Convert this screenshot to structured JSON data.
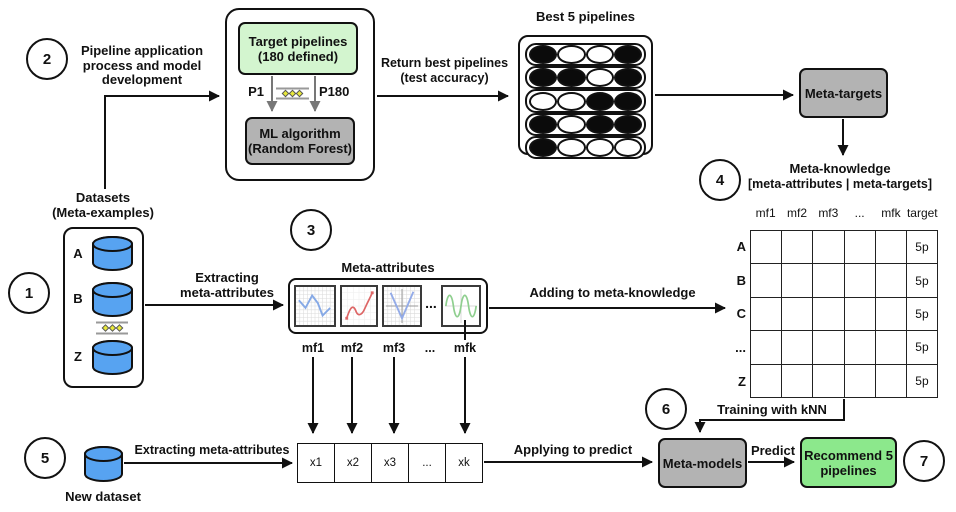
{
  "colors": {
    "light_green": "#d3f5cf",
    "bright_green": "#8ce88c",
    "gray_box": "#b3b3b3",
    "cylinder_blue": "#57a3f1",
    "diamond_yellow": "#e8e83a"
  },
  "step_labels": [
    "1",
    "2",
    "3",
    "4",
    "5",
    "6",
    "7"
  ],
  "pipeline_dev": {
    "caption": "Pipeline application\nprocess and model\ndevelopment",
    "target_pipelines": "Target pipelines\n(180 defined)",
    "p_first": "P1",
    "p_last": "P180",
    "ml_algorithm": "ML algorithm\n(Random Forest)"
  },
  "arrows": {
    "return_best": "Return best pipelines\n(test accuracy)",
    "extracting_meta": "Extracting\nmeta-attributes",
    "adding": "Adding to meta-knowledge",
    "training": "Training with kNN",
    "extracting_new": "Extracting meta-attributes",
    "applying": "Applying to predict",
    "predict": "Predict"
  },
  "best_pipelines": {
    "title": "Best 5 pipelines",
    "pattern": [
      [
        1,
        0,
        0,
        1
      ],
      [
        1,
        1,
        0,
        1
      ],
      [
        0,
        0,
        1,
        1
      ],
      [
        1,
        0,
        1,
        1
      ],
      [
        1,
        0,
        0,
        0
      ]
    ]
  },
  "meta_targets_label": "Meta-targets",
  "meta_knowledge": {
    "title": "Meta-knowledge",
    "subtitle": "[meta-attributes | meta-targets]",
    "headers": [
      "mf1",
      "mf2",
      "mf3",
      "...",
      "mfk",
      "target"
    ],
    "rows": [
      {
        "label": "A",
        "target": "5p"
      },
      {
        "label": "B",
        "target": "5p"
      },
      {
        "label": "C",
        "target": "5p"
      },
      {
        "label": "...",
        "target": "5p"
      },
      {
        "label": "Z",
        "target": "5p"
      }
    ]
  },
  "datasets": {
    "title": "Datasets",
    "subtitle": "(Meta-examples)",
    "labels": [
      "A",
      "B",
      "Z"
    ]
  },
  "meta_attributes": {
    "title": "Meta-attributes",
    "dots": "...",
    "labels": [
      "mf1",
      "mf2",
      "mf3",
      "...",
      "mfk"
    ]
  },
  "new_dataset_label": "New dataset",
  "x_boxes": [
    "x1",
    "x2",
    "x3",
    "...",
    "xk"
  ],
  "meta_models_label": "Meta-models",
  "recommend_label": "Recommend 5\npipelines"
}
